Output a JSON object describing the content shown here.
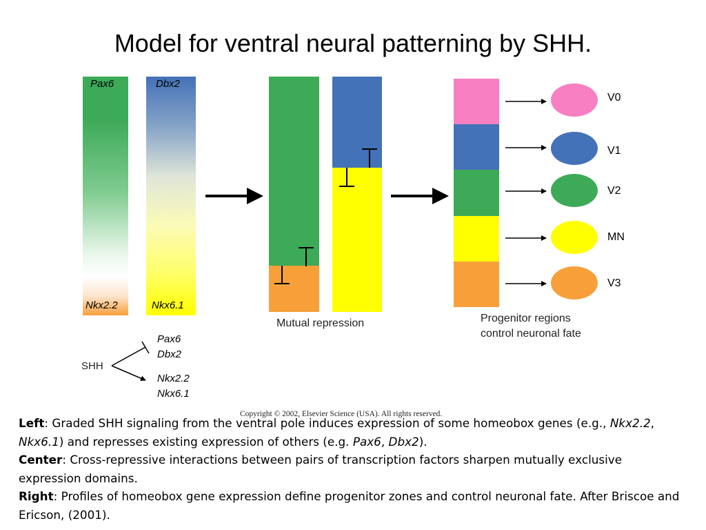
{
  "title": "Model for ventral neural patterning by SHH.",
  "colors": {
    "pink": "#f77fc2",
    "blue": "#4472b8",
    "green": "#3daa58",
    "yellow": "#ffff00",
    "orange": "#f7a03a"
  },
  "left_panel": {
    "pax6": "Pax6",
    "dbx2": "Dbx2",
    "nkx22": "Nkx2.2",
    "nkx61": "Nkx6.1"
  },
  "shh_schema": {
    "shh": "SHH",
    "repressed": [
      "Pax6",
      "Dbx2"
    ],
    "induced": [
      "Nkx2.2",
      "Nkx6.1"
    ]
  },
  "center_panel": {
    "caption": "Mutual repression"
  },
  "right_panel": {
    "caption_line1": "Progenitor regions",
    "caption_line2": "control neuronal fate",
    "fates": [
      "V0",
      "V1",
      "V2",
      "MN",
      "V3"
    ]
  },
  "copyright": "Copyright © 2002, Elsevier Science (USA). All rights reserved.",
  "description": {
    "left_label": "Left",
    "left_text1": ": Graded SHH signaling from the ventral pole induces expression of some homeobox genes (e.g., ",
    "left_gene1": "Nkx2.2",
    "left_sep1": ", ",
    "left_gene2": "Nkx6.1",
    "left_text2": ") and represses existing expression of others (e.g. ",
    "left_gene3": "Pax6",
    "left_sep2": ", ",
    "left_gene4": "Dbx2",
    "left_text3": ").",
    "center_label": "Center",
    "center_text": ": Cross-repressive interactions between pairs of transcription factors sharpen mutually exclusive expression domains.",
    "right_label": "Right",
    "right_text": ": Profiles of homeobox gene expression define progenitor zones and control neuronal fate. After Briscoe and Ericson, (2001)."
  }
}
